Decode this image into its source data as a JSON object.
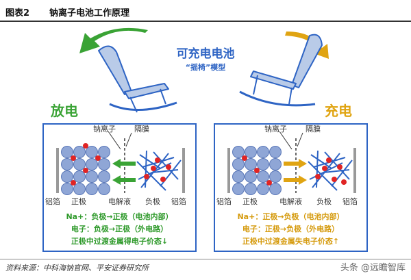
{
  "header": {
    "figure_no": "图表2",
    "title": "钠离子电池工作原理"
  },
  "diagram": {
    "main_title": "可充电电池",
    "sub_title": "“摇椅”模型",
    "modes": {
      "discharge": "放电",
      "charge": "充电"
    }
  },
  "panels": {
    "discharge": {
      "labels": {
        "sodium_ion": "钠离子",
        "separator": "隔膜",
        "al_foil_left": "铝箔",
        "cathode": "正极",
        "electrolyte": "电解液",
        "anode": "负极",
        "al_foil_right": "铝箔"
      },
      "lines": [
        "Na+：负极→正极（电池内部）",
        "电子：负极→正极（外电路）",
        "正极中过渡金属得电子价态↓"
      ]
    },
    "charge": {
      "labels": {
        "sodium_ion": "钠离子",
        "separator": "隔膜",
        "al_foil_left": "铝箔",
        "cathode": "正极",
        "electrolyte": "电解液",
        "anode": "负极",
        "al_foil_right": "铝箔"
      },
      "lines": [
        "Na+：正极→负极（电池内部）",
        "电子：正极→负极（外电路）",
        "正极中过渡金属失电子价态↑"
      ]
    }
  },
  "footer": {
    "source": "资料来源：中科海钠官网、平安证券研究所",
    "watermark": "头条 @远瞻智库"
  },
  "colors": {
    "blue": "#2e64c4",
    "green": "#3aa335",
    "gold": "#e0a412",
    "red": "#e02424"
  }
}
